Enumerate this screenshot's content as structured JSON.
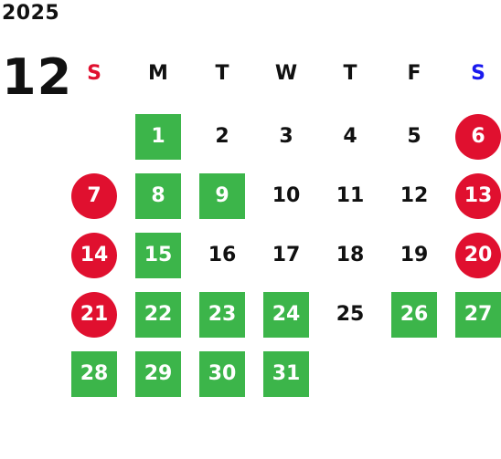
{
  "header": {
    "year": "2025",
    "month": "12"
  },
  "colors": {
    "open_day": "#3cb54a",
    "holiday": "#e0102f",
    "sunday_label": "#e0102f",
    "saturday_label": "#1a1aee",
    "text": "#111111"
  },
  "weekdays": [
    {
      "label": "S",
      "color": "#e0102f"
    },
    {
      "label": "M",
      "color": "#111111"
    },
    {
      "label": "T",
      "color": "#111111"
    },
    {
      "label": "W",
      "color": "#111111"
    },
    {
      "label": "T",
      "color": "#111111"
    },
    {
      "label": "F",
      "color": "#111111"
    },
    {
      "label": "S",
      "color": "#1a1aee"
    }
  ],
  "days": [
    {
      "label": "1",
      "style": "green"
    },
    {
      "label": "2",
      "style": "plain"
    },
    {
      "label": "3",
      "style": "plain"
    },
    {
      "label": "4",
      "style": "plain"
    },
    {
      "label": "5",
      "style": "plain"
    },
    {
      "label": "6",
      "style": "red"
    },
    {
      "label": "7",
      "style": "red"
    },
    {
      "label": "8",
      "style": "green"
    },
    {
      "label": "9",
      "style": "green"
    },
    {
      "label": "10",
      "style": "plain"
    },
    {
      "label": "11",
      "style": "plain"
    },
    {
      "label": "12",
      "style": "plain"
    },
    {
      "label": "13",
      "style": "red"
    },
    {
      "label": "14",
      "style": "red"
    },
    {
      "label": "15",
      "style": "green"
    },
    {
      "label": "16",
      "style": "plain"
    },
    {
      "label": "17",
      "style": "plain"
    },
    {
      "label": "18",
      "style": "plain"
    },
    {
      "label": "19",
      "style": "plain"
    },
    {
      "label": "20",
      "style": "red"
    },
    {
      "label": "21",
      "style": "red"
    },
    {
      "label": "22",
      "style": "green"
    },
    {
      "label": "23",
      "style": "green"
    },
    {
      "label": "24",
      "style": "green"
    },
    {
      "label": "25",
      "style": "plain"
    },
    {
      "label": "26",
      "style": "green"
    },
    {
      "label": "27",
      "style": "green"
    },
    {
      "label": "28",
      "style": "green"
    },
    {
      "label": "29",
      "style": "green"
    },
    {
      "label": "30",
      "style": "green"
    },
    {
      "label": "31",
      "style": "green"
    }
  ]
}
